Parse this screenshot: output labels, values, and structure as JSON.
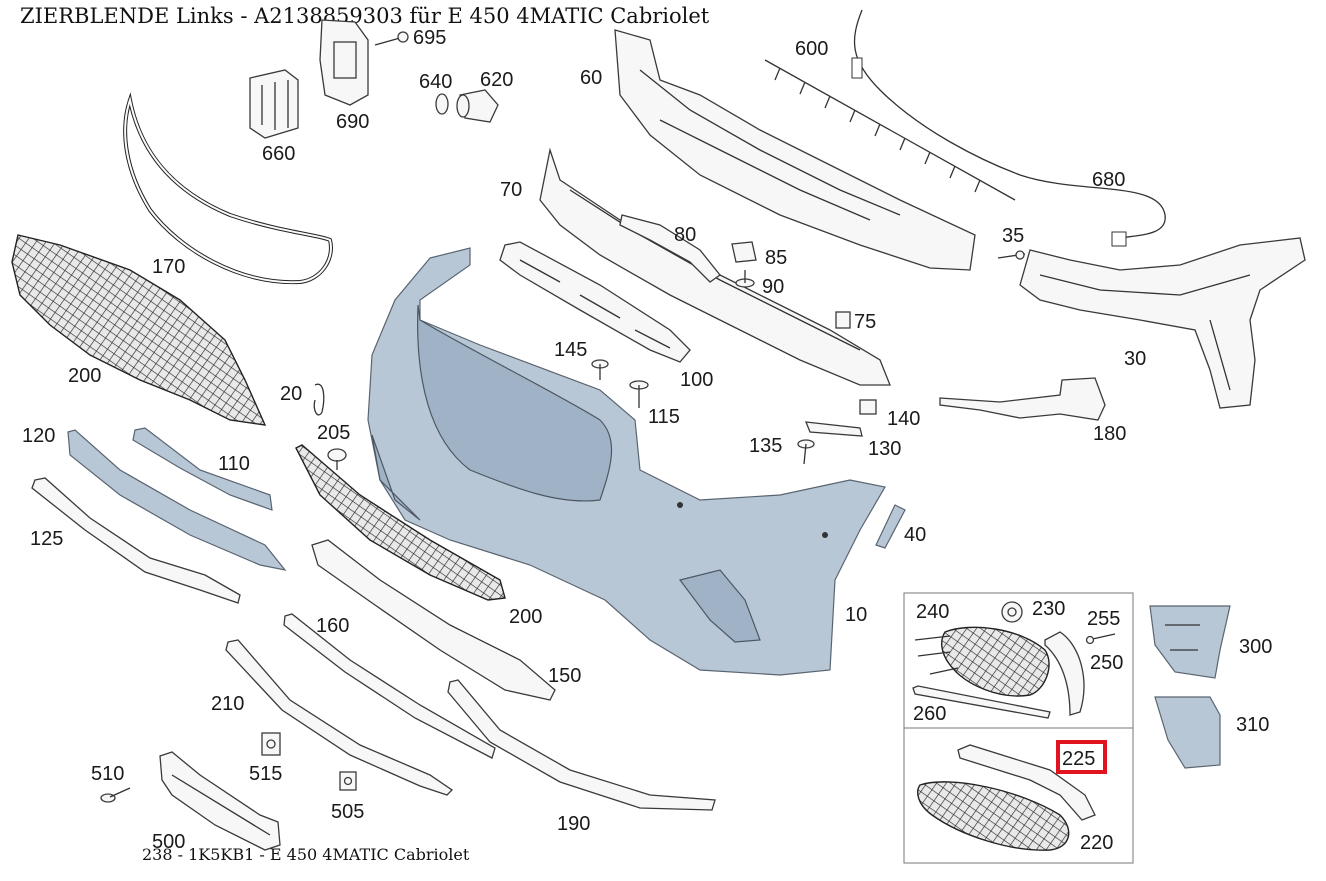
{
  "page_title": "ZIERBLENDE Links - A2138859303 für E 450 4MATIC Cabriolet",
  "footer": "238 - 1K5KB1 - E 450 4MATIC Cabriolet",
  "highlight_color": "#e0141e",
  "highlighted_part": "225",
  "labels": {
    "l600": "600",
    "l695": "695",
    "l640": "640",
    "l620": "620",
    "l60": "60",
    "l690": "690",
    "l660": "660",
    "l680": "680",
    "l70": "70",
    "l80": "80",
    "l35": "35",
    "l85": "85",
    "l90": "90",
    "l170": "170",
    "l75": "75",
    "l145": "145",
    "l100": "100",
    "l30": "30",
    "l200a": "200",
    "l20": "20",
    "l115": "115",
    "l140": "140",
    "l120": "120",
    "l205": "205",
    "l110": "110",
    "l135": "135",
    "l130": "130",
    "l180": "180",
    "l40": "40",
    "l125": "125",
    "l200b": "200",
    "l10": "10",
    "l160": "160",
    "l150": "150",
    "l210": "210",
    "l190": "190",
    "l510": "510",
    "l515": "515",
    "l505": "505",
    "l500": "500",
    "l240": "240",
    "l230": "230",
    "l255": "255",
    "l250": "250",
    "l260": "260",
    "l300": "300",
    "l310": "310",
    "l225": "225",
    "l220": "220"
  }
}
